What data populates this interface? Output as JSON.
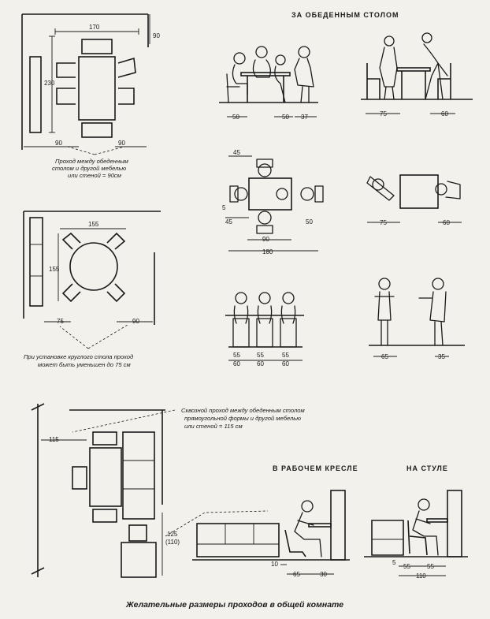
{
  "headers": {
    "dining": "ЗА ОБЕДЕННЫМ СТОЛОМ",
    "work_chair": "В РАБОЧЕМ КРЕСЛЕ",
    "chair": "НА СТУЛЕ"
  },
  "notes": {
    "rect_table": [
      "Проход между обеденным",
      "столом и другой мебелью",
      "или стеной = 90см"
    ],
    "round_table": [
      "При установке круглого стола проход",
      "может быть уменьшен до 75 см"
    ],
    "through_pass": [
      "Сквозной проход между обеденным столом",
      "прямоугольной формы и другой мебелью",
      "или стеной = 115 см"
    ]
  },
  "caption": "Желательные размеры проходов в общей комнате",
  "dims": {
    "plan1": {
      "width": "170",
      "height": "230",
      "top_clear": "90",
      "left_clear": "90",
      "right_clear": "90"
    },
    "plan2": {
      "width": "155",
      "height": "155",
      "left_clear": "75",
      "right_clear": "90"
    },
    "plan3": {
      "clear": "115",
      "sofa_clear": "125",
      "sofa_clear_alt": "(110)"
    },
    "side_dining": {
      "left": "50",
      "mid": "50",
      "right": "37"
    },
    "side_standing": {
      "left": "75",
      "right": "60"
    },
    "top_view": {
      "top": "45",
      "left_small": "5",
      "left": "45",
      "right": "50",
      "inner": "90",
      "total": "180"
    },
    "top_view2": {
      "left": "75",
      "right": "60"
    },
    "front_row": {
      "a_top": "55",
      "a_bot": "60",
      "b_top": "55",
      "b_bot": "60",
      "c_top": "55",
      "c_bot": "60"
    },
    "waiters": {
      "left": "65",
      "right": "35"
    },
    "work_chair": {
      "a": "10",
      "b": "65",
      "c": "30"
    },
    "chair": {
      "a": "5",
      "b": "55",
      "c": "55",
      "total": "110"
    }
  }
}
